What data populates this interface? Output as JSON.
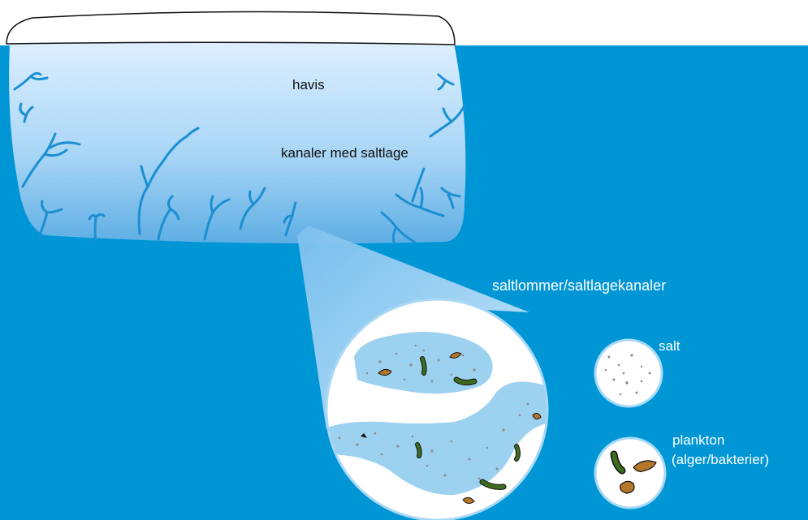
{
  "colors": {
    "sea": "#0096d6",
    "ice_top": "#d6ecfa",
    "ice_bottom": "#5fb0e4",
    "channel": "#1b8fd1",
    "pocket_fill": "#9dd1f0",
    "salt_grain": "#8a8a8a",
    "alga": "#3f6b1f",
    "bacteria": "#b5772a"
  },
  "labels": {
    "ice": "havis",
    "brine_channels": "kanaler med saltlage",
    "pockets": "saltlommer/saltlagekanaler",
    "salt": "salt",
    "plankton": "plankton",
    "plankton_detail": "(alger/bakterier)"
  }
}
